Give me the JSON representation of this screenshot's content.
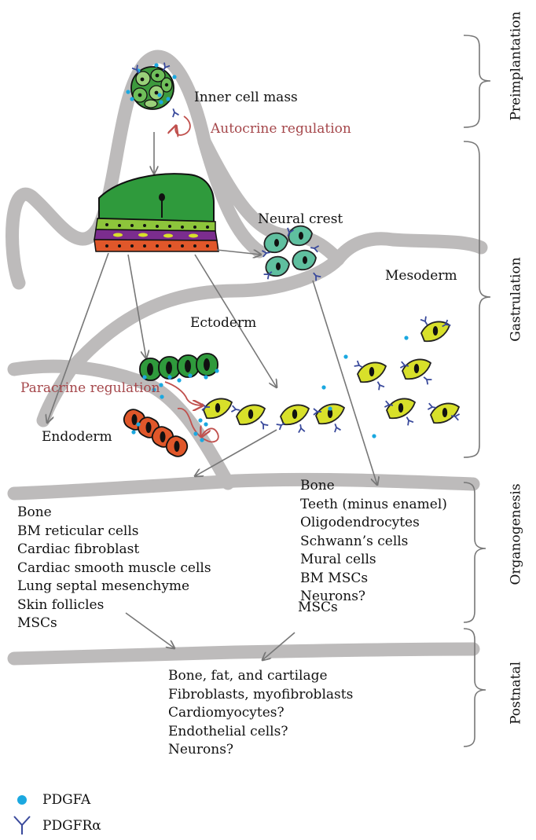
{
  "stages": {
    "preimplantation": "Preimplantation",
    "gastrulation": "Gastrulation",
    "organogenesis": "Organogenesis",
    "postnatal": "Postnatal"
  },
  "labels": {
    "inner_cell_mass": "Inner cell mass",
    "autocrine": "Autocrine regulation",
    "neural_crest": "Neural crest",
    "mesoderm": "Mesoderm",
    "ectoderm": "Ectoderm",
    "paracrine": "Paracrine regulation",
    "endoderm": "Endoderm"
  },
  "mesoderm_derivatives": [
    "Bone",
    "BM reticular cells",
    "Cardiac fibroblast",
    "Cardiac smooth muscle cells",
    "Lung septal mesenchyme",
    "Skin follicles",
    "MSCs"
  ],
  "neural_crest_derivatives": [
    "Bone",
    "Teeth (minus enamel)",
    "Oligodendrocytes",
    "Schwann’s cells",
    "Mural cells",
    "BM MSCs",
    "Neurons?"
  ],
  "neural_crest_msc": "MSCs",
  "postnatal_derivatives": [
    "Bone, fat, and cartilage",
    "Fibroblasts, myofibroblasts",
    "Cardiomyocytes?",
    "Endothelial cells?",
    "Neurons?"
  ],
  "legend": {
    "pdgfa": "PDGFA",
    "pdgfra": "PDGFRα"
  },
  "colors": {
    "band": "#bdbbbb",
    "arrow": "#777777",
    "red_text": "#a5474b",
    "ligand": "#1ba8e0",
    "receptor": "#3a4a9c",
    "icm_green": "#3d9a3d",
    "ectoderm_green": "#2f9a3c",
    "neural_crest_teal": "#5fbf9f",
    "mesoderm_yellow": "#d8e02a",
    "endoderm_orange": "#e0572a",
    "layer_purple": "#7b2d8e"
  }
}
